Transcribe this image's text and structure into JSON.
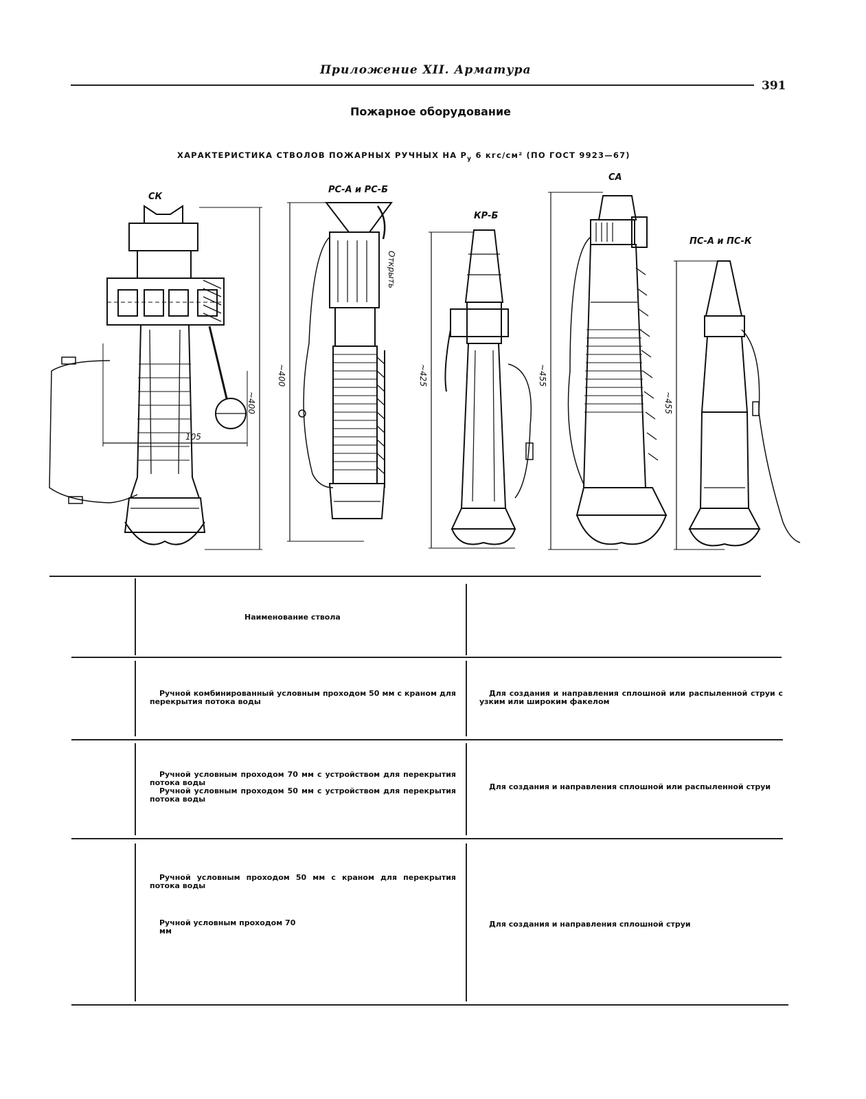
{
  "header": {
    "running_title": "Приложение XII. Арматура",
    "page_number": "391"
  },
  "section_title": "Пожарное оборудование",
  "table_caption": {
    "before": "ХАРАКТЕРИСТИКА СТВОЛОВ ПОЖАРНЫХ РУЧНЫХ НА Р",
    "sub": "у",
    "after": "6 кгс/см² (ПО ГОСТ 9923—67)"
  },
  "figure": {
    "labels": {
      "sk": "СК",
      "rs": "РС-А и РС-Б",
      "kr": "КР-Б",
      "sa": "СА",
      "ps": "ПС-А и ПС-К"
    },
    "dimensions": {
      "sk_height": "~400",
      "sk_width": "105",
      "rs_height": "~400",
      "kr_height": "~425",
      "sa_height": "~455",
      "ps_height": "~455"
    },
    "vertical_note": "Открыть"
  },
  "table": {
    "header": "Наименование ствола",
    "rows": [
      {
        "name": [
          "Ручной комбинированный условным проходом 50 мм с краном для перекрытия потока воды"
        ],
        "purpose": "Для создания и направления сплошной или распыленной струи с узким или широким факелом"
      },
      {
        "name": [
          "Ручной условным проходом 70 мм с устройством для перекрытия потока воды",
          "Ручной условным проходом 50 мм с устройством для перекрытия потока воды"
        ],
        "purpose": "Для создания и направления сплошной или распыленной струи"
      },
      {
        "name": [
          "Ручной условным проходом 50 мм с краном для перекрытия потока воды",
          "Ручной условным проходом 70 мм"
        ],
        "purpose": "Для создания и направления сплошной струи"
      }
    ]
  }
}
